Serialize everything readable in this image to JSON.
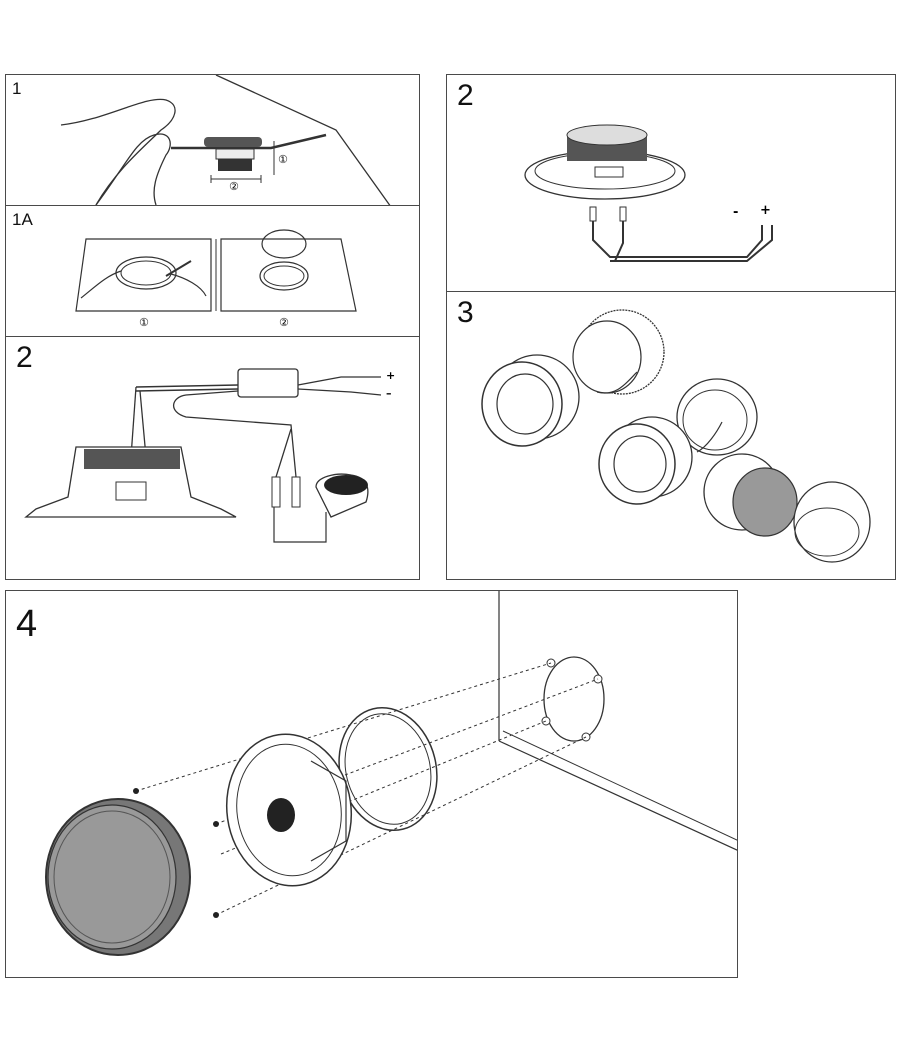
{
  "panels": {
    "p1": {
      "label": "1",
      "callouts": [
        "①",
        "②"
      ]
    },
    "p1a": {
      "label": "1A",
      "captions": [
        "①",
        "②"
      ]
    },
    "p2left": {
      "label": "2",
      "terminals": [
        "+",
        "–"
      ]
    },
    "p2right": {
      "label": "2",
      "polarity": [
        "-",
        "+"
      ]
    },
    "p3": {
      "label": "3"
    },
    "p4": {
      "label": "4"
    }
  }
}
